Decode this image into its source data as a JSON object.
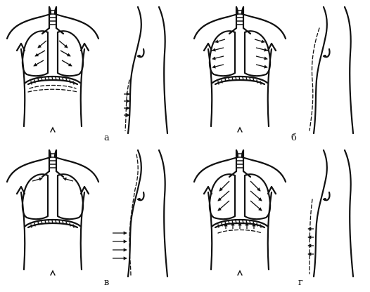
{
  "panels": [
    {
      "id": "a",
      "label": "а"
    },
    {
      "id": "b",
      "label": "б"
    },
    {
      "id": "v",
      "label": "в"
    },
    {
      "id": "g",
      "label": "г"
    }
  ]
}
